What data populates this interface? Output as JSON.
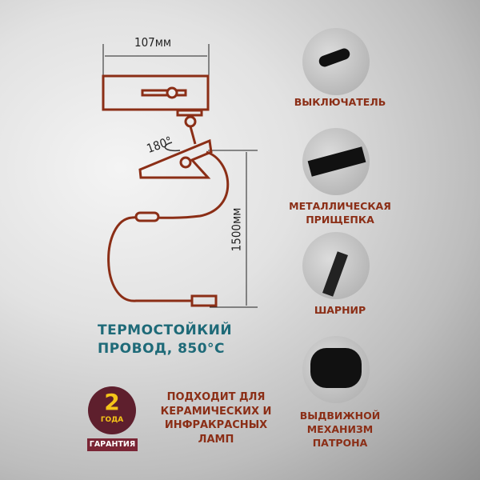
{
  "diagram": {
    "width_label": "107мм",
    "rotation_label": "180°",
    "cable_label": "1500мм"
  },
  "features": [
    {
      "label": "ВЫКЛЮЧАТЕЛЬ"
    },
    {
      "label": "МЕТАЛЛИЧЕСКАЯ ПРИЩЕПКА"
    },
    {
      "label": "ШАРНИР"
    },
    {
      "label": "ВЫДВИЖНОЙ МЕХАНИЗМ ПАТРОНА"
    }
  ],
  "cable_text": "ТЕРМОСТОЙКИЙ ПРОВОД, 850°С",
  "compat_text": "ПОДХОДИТ ДЛЯ КЕРАМИЧЕСКИХ И ИНФРАКРАСНЫХ ЛАМП",
  "warranty": {
    "number": "2",
    "unit": "ГОДА",
    "label": "ГАРАНТИЯ"
  },
  "colors": {
    "accent": "#8b2e16",
    "teal": "#1e6a78",
    "badge": "#5e1f2d",
    "badge_text": "#f5c518"
  }
}
